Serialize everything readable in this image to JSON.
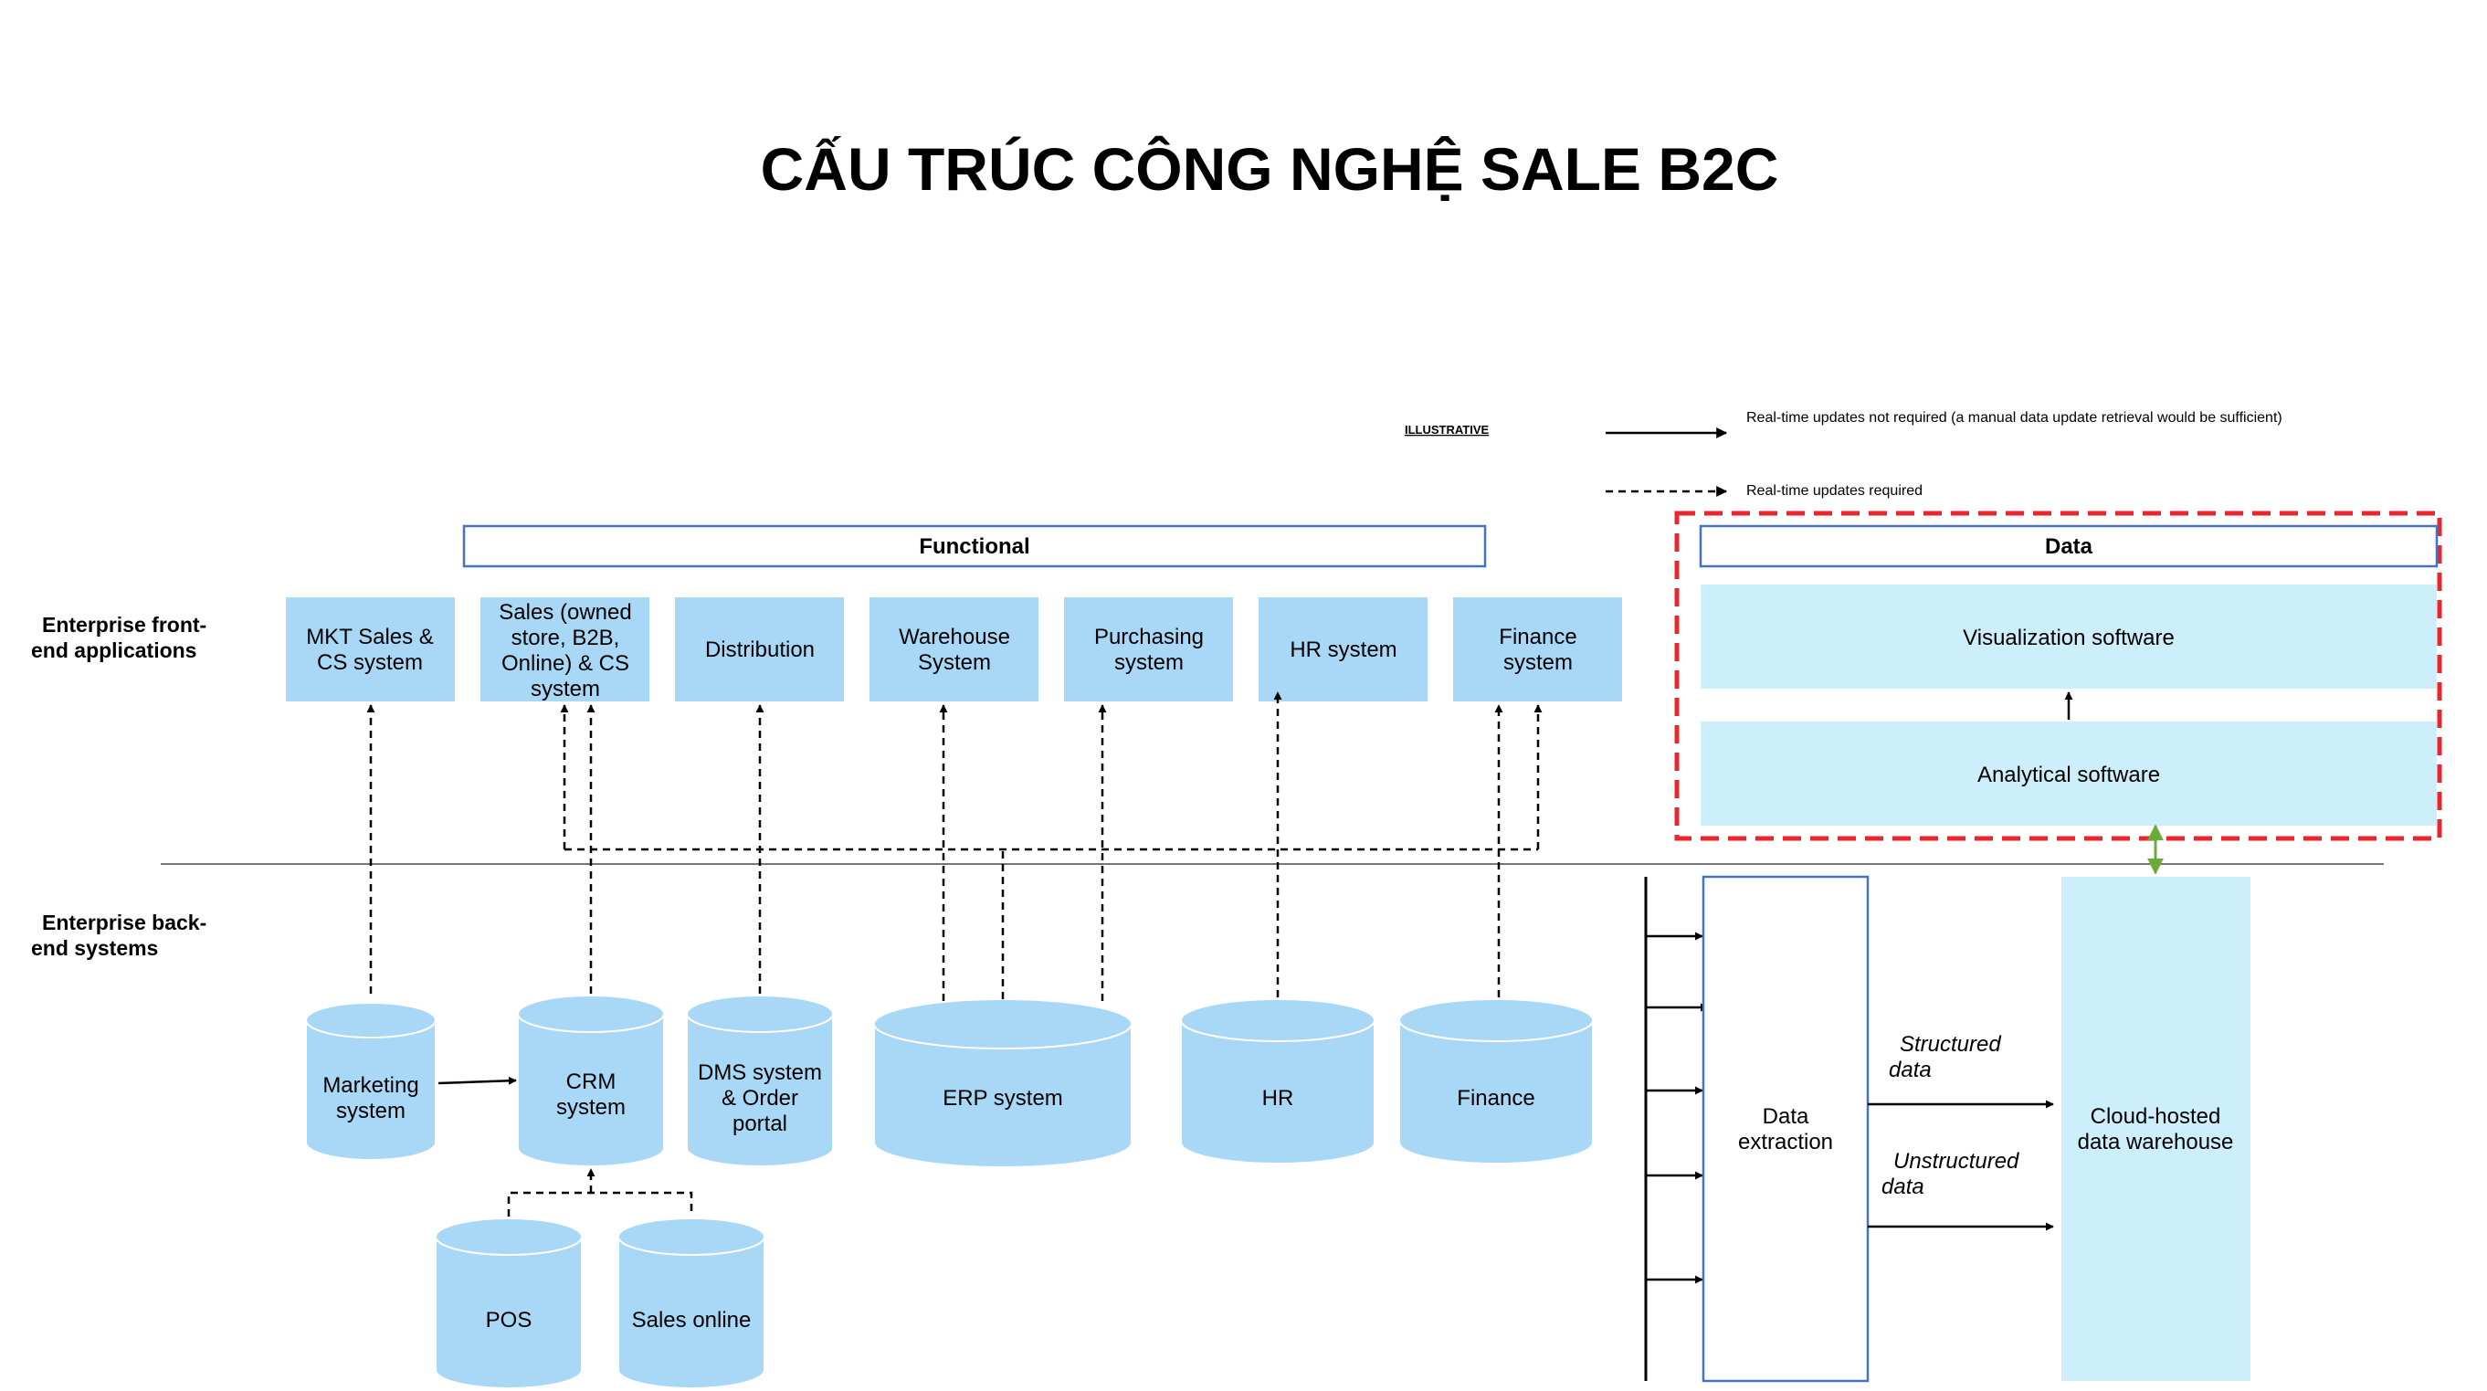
{
  "title": "CẤU TRÚC CÔNG NGHỆ SALE B2C",
  "illustrative": "ILLUSTRATIVE",
  "legend": {
    "solid": "Real-time updates not required (a manual data update retrieval would be sufficient)",
    "dashed": "Real-time updates required"
  },
  "rows": {
    "front_end": [
      "Enterprise front-",
      "end applications"
    ],
    "back_end": [
      "Enterprise back-",
      "end systems"
    ]
  },
  "sections": {
    "functional": "Functional",
    "data": "Data"
  },
  "front_apps": [
    {
      "id": "mkt",
      "lines": [
        "MKT Sales &",
        "CS system"
      ]
    },
    {
      "id": "sales",
      "lines": [
        "Sales (owned",
        "store, B2B,",
        "Online) & CS",
        "system"
      ]
    },
    {
      "id": "distribution",
      "lines": [
        "Distribution"
      ]
    },
    {
      "id": "warehouse",
      "lines": [
        "Warehouse",
        "System"
      ]
    },
    {
      "id": "purchasing",
      "lines": [
        "Purchasing",
        "system"
      ]
    },
    {
      "id": "hr-system",
      "lines": [
        "HR system"
      ]
    },
    {
      "id": "finance-system",
      "lines": [
        "Finance",
        "system"
      ]
    }
  ],
  "data_layers": {
    "visualization": "Visualization software",
    "analytical": "Analytical software"
  },
  "back_systems": [
    {
      "id": "marketing",
      "lines": [
        "Marketing",
        "system"
      ]
    },
    {
      "id": "crm",
      "lines": [
        "CRM",
        "system"
      ]
    },
    {
      "id": "dms",
      "lines": [
        "DMS system",
        "& Order",
        "portal"
      ]
    },
    {
      "id": "erp",
      "lines": [
        "ERP system"
      ]
    },
    {
      "id": "hr",
      "lines": [
        "HR"
      ]
    },
    {
      "id": "finance",
      "lines": [
        "Finance"
      ]
    },
    {
      "id": "pos",
      "lines": [
        "POS"
      ]
    },
    {
      "id": "sales-online",
      "lines": [
        "Sales online"
      ]
    }
  ],
  "data_extraction": [
    "Data",
    "extraction"
  ],
  "warehouse_dw": [
    "Cloud-hosted",
    "data warehouse"
  ],
  "structured": [
    "Structured",
    "data"
  ],
  "unstructured": [
    "Unstructured",
    "data"
  ],
  "colors": {
    "box_fill": "#a9d8f7",
    "data_fill": "#cdeefb",
    "section_border": "#4472c4",
    "highlight": "#e8262d",
    "link": "#6aab3a"
  }
}
